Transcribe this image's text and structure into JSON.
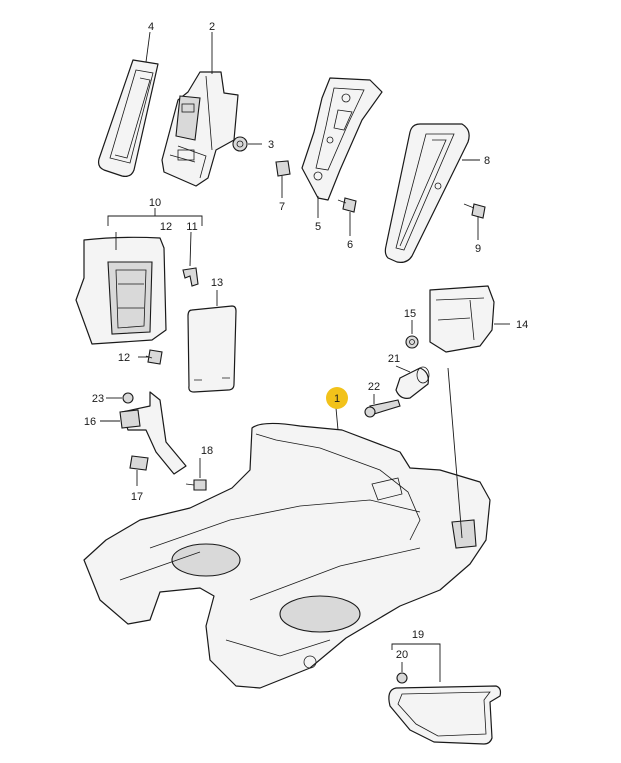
{
  "diagram": {
    "highlight_color": "#f2c21a",
    "line_color": "#1a1a1a",
    "callouts": [
      {
        "id": "c1",
        "label": "1",
        "highlighted": true
      },
      {
        "id": "c2",
        "label": "2"
      },
      {
        "id": "c3",
        "label": "3"
      },
      {
        "id": "c4",
        "label": "4"
      },
      {
        "id": "c5",
        "label": "5"
      },
      {
        "id": "c6",
        "label": "6"
      },
      {
        "id": "c7",
        "label": "7"
      },
      {
        "id": "c8",
        "label": "8"
      },
      {
        "id": "c9",
        "label": "9"
      },
      {
        "id": "c10",
        "label": "10"
      },
      {
        "id": "c11",
        "label": "11"
      },
      {
        "id": "c12a",
        "label": "12"
      },
      {
        "id": "c12b",
        "label": "12"
      },
      {
        "id": "c13",
        "label": "13"
      },
      {
        "id": "c14",
        "label": "14"
      },
      {
        "id": "c15",
        "label": "15"
      },
      {
        "id": "c16",
        "label": "16"
      },
      {
        "id": "c17",
        "label": "17"
      },
      {
        "id": "c18",
        "label": "18"
      },
      {
        "id": "c19",
        "label": "19"
      },
      {
        "id": "c20",
        "label": "20"
      },
      {
        "id": "c21",
        "label": "21"
      },
      {
        "id": "c22",
        "label": "22"
      },
      {
        "id": "c23",
        "label": "23"
      }
    ]
  }
}
